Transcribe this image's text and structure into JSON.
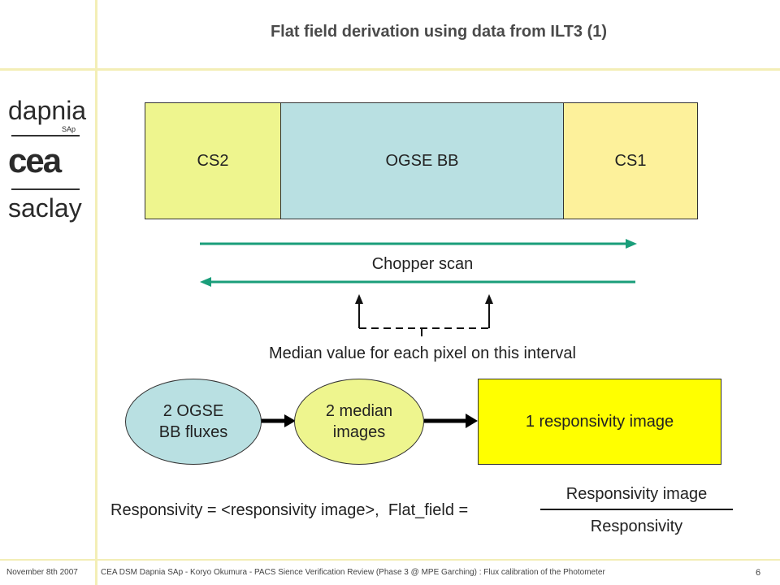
{
  "title": "Flat field derivation using data from ILT3 (1)",
  "logo": {
    "line1": "dapnia",
    "line1_sub": "SAp",
    "line2": "cea",
    "line3": "saclay"
  },
  "bands": [
    {
      "label": "CS2",
      "color": "#eef58e"
    },
    {
      "label": "OGSE BB",
      "color": "#b9e0e2"
    },
    {
      "label": "CS1",
      "color": "#fdf19b"
    }
  ],
  "chopper_label": "Chopper scan",
  "median_label": "Median value for each pixel on this interval",
  "flow": {
    "ellipse1": "2 OGSE BB fluxes",
    "ellipse1_l1": "2 OGSE",
    "ellipse1_l2": "BB fluxes",
    "ellipse2_l1": "2 median",
    "ellipse2_l2": "images",
    "result": "1 responsivity image"
  },
  "formula": {
    "left": "Responsivity = <responsivity image>,  Flat_field =",
    "numerator": "Responsivity image",
    "denominator": "Responsivity"
  },
  "footer": {
    "date": "November 8th 2007",
    "text": "CEA DSM Dapnia SAp  - Koryo Okumura -  PACS Sience Verification Review (Phase 3 @ MPE Garching) : Flux calibration of the Photometer",
    "page": "6"
  },
  "colors": {
    "arrow_green": "#1a9e7a",
    "ellipse1": "#b9e0e2",
    "ellipse2": "#eef58e",
    "result": "#ffff00"
  }
}
